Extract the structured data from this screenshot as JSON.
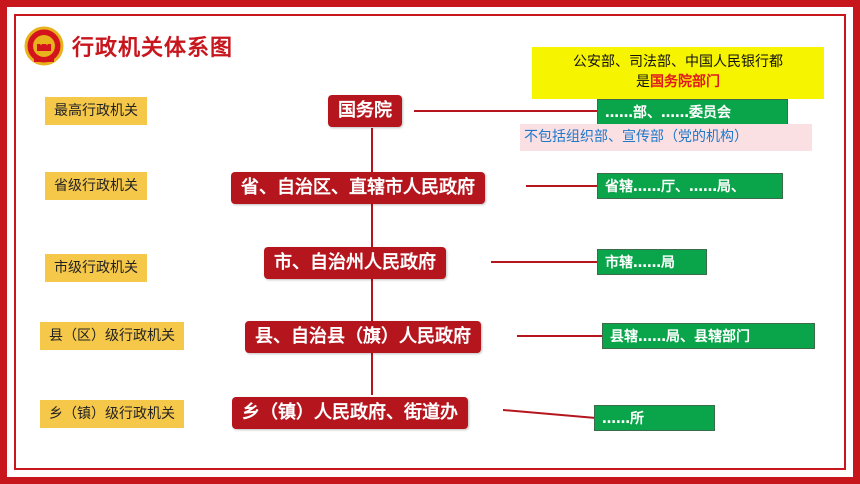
{
  "title": "行政机关体系图",
  "levels": [
    {
      "label": "最高行政机关",
      "gov": "国务院",
      "dept": "……部、……委员会"
    },
    {
      "label": "省级行政机关",
      "gov": "省、自治区、直辖市人民政府",
      "dept": "省辖……厅、……局、"
    },
    {
      "label": "市级行政机关",
      "gov": "市、自治州人民政府",
      "dept": "市辖……局"
    },
    {
      "label": "县（区）级行政机关",
      "gov": "县、自治县（旗）人民政府",
      "dept": "县辖……局、县辖部门"
    },
    {
      "label": "乡（镇）级行政机关",
      "gov": "乡（镇）人民政府、街道办",
      "dept": "……所"
    }
  ],
  "note_top": {
    "line1": "公安部、司法部、中国人民银行都",
    "line2_prefix": "是",
    "line2_highlight": "国务院部门"
  },
  "note_exclude": "不包括组织部、宣传部（党的机构）",
  "colors": {
    "frame": "#c8161d",
    "gov_box": "#b5161e",
    "dept_box": "#0aa54a",
    "level_box": "#f6c84a",
    "note_yellow": "#f7f400",
    "note_pink": "#fbe0e3"
  }
}
